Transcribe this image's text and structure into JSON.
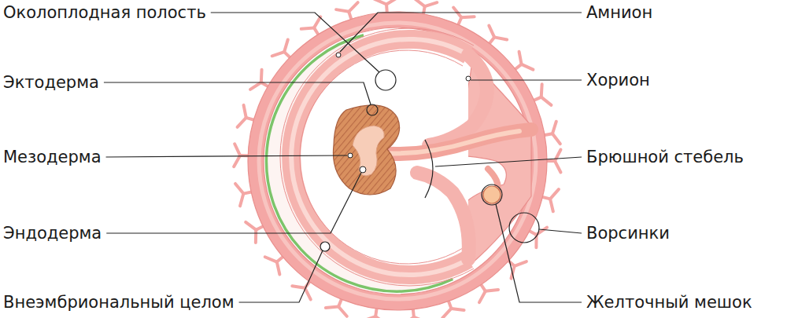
{
  "diagram": {
    "labels": [
      "Околоплодная полость",
      "Амнион",
      "Эктодерма",
      "Хорион",
      "Мезодерма",
      "Брюшной стебель",
      "Эндодерма",
      "Ворсинки",
      "Внеэмбриональный целом",
      "Желточный мешок"
    ]
  }
}
